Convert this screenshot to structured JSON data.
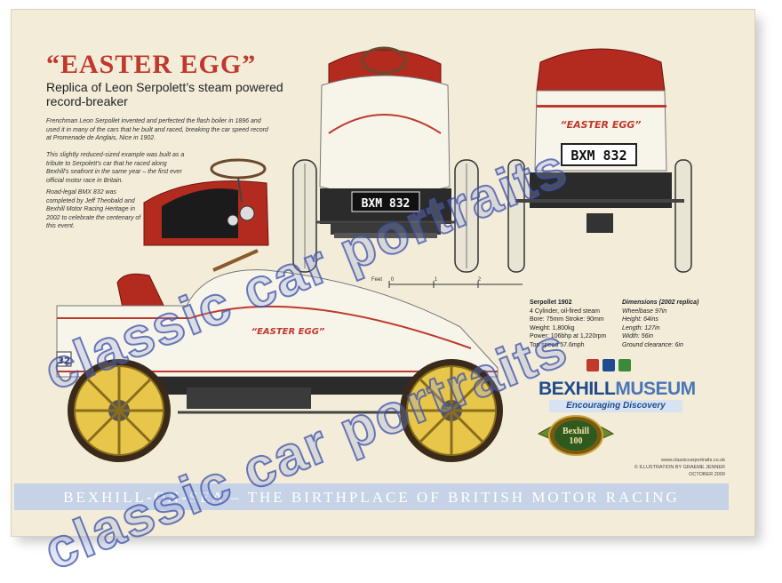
{
  "poster": {
    "title": "“EASTER EGG”",
    "subtitle": "Replica of Leon Serpolett’s steam powered record-breaker",
    "paragraph1": "Frenchman Leon Serpollet invented and perfected the flash boiler in 1896 and used it in many of the cars that he built and raced, breaking the car speed record at Promenade de Anglais, Nice in 1902.",
    "paragraph2": "This slightly reduced-sized example was built as a tribute to Serpolett’s car that he raced along Bexhill’s seafront in the same year – the first ever official motor race in Britain.",
    "paragraph3": "Road-legal BMX 832 was completed by Jeff Theobald and Bexhill Motor Racing Heritage in 2002 to celebrate the centenary of this event.",
    "plate_rear": "BXM 832",
    "plate_front": "BXM 832",
    "rear_name": "“EASTER EGG”",
    "side_name": "“EASTER EGG”",
    "side_number": "32",
    "scale_label": "Feet",
    "scale_ticks": [
      "0",
      "1",
      "2"
    ],
    "specs": {
      "heading": "Serpollet 1902",
      "lines": [
        "4 Cylinder, oil-fired steam",
        "Bore: 75mm Stroke: 90mm",
        "Weight: 1,800kg",
        "Power: 106bhp at 1,220rpm",
        "Top speed 57.6mph"
      ]
    },
    "dimensions": {
      "heading": "Dimensions (2002 replica)",
      "lines": [
        "Wheelbase 97in",
        "Height: 64ins",
        "Length: 127in",
        "Width: 56in",
        "Ground clearance: 6in"
      ]
    },
    "museum": {
      "name_part1": "BEXHILL",
      "name_part2": "MUSEUM",
      "slogan": "Encouraging Discovery"
    },
    "bexhill100": {
      "line1": "Bexhill",
      "line2": "100"
    },
    "website": "www.classiccarportraits.co.uk",
    "illustration_credit": "© ILLUSTRATION BY GRAEME JENNER OCTOBER 2009",
    "banner": "BEXHILL-ON-SEA – THE BIRTHPLACE OF BRITISH MOTOR RACING",
    "watermark": "classic car portraits"
  },
  "colors": {
    "background": "#f2ecd9",
    "title_red": "#c0392b",
    "museum_blue": "#1f4c8f",
    "banner": "#c6d2e6",
    "watermark": "#3c50aa",
    "wheel_yellow": "#e8c64a"
  }
}
